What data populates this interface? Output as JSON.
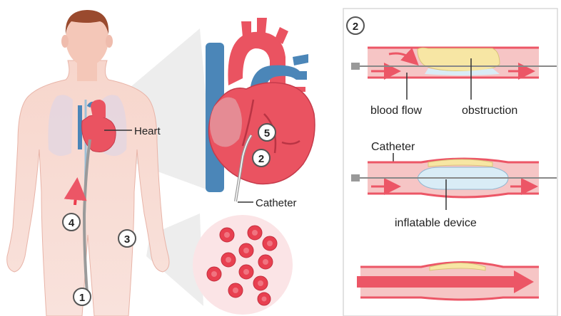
{
  "markers": {
    "one": "1",
    "two_heart": "2",
    "three": "3",
    "four": "4",
    "five": "5",
    "two_panel": "2"
  },
  "labels": {
    "heart": "Heart",
    "catheter_heart": "Catheter",
    "blood_flow": "blood flow",
    "obstruction": "obstruction",
    "catheter_panel": "Catheter",
    "inflatable_device": "inflatable device"
  },
  "colors": {
    "skin": "#f6d2c8",
    "vein_blue": "#4b86b8",
    "heart_red": "#ea5361",
    "artery_wall": "#f2b8b8",
    "plaque": "#f7e6a4",
    "device": "#d9ecf6",
    "flow_arrow": "#ec5666"
  }
}
